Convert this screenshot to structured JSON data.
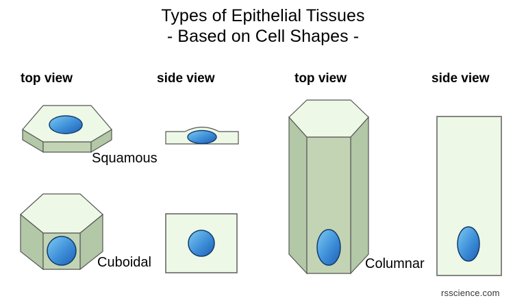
{
  "title": {
    "line1": "Types of Epithelial Tissues",
    "line2": "- Based on Cell Shapes -"
  },
  "headers": [
    {
      "label": "top view"
    },
    {
      "label": "side view"
    },
    {
      "label": "top view"
    },
    {
      "label": "side view"
    }
  ],
  "cells": [
    {
      "name": "Squamous"
    },
    {
      "name": "Cuboidal"
    },
    {
      "name": "Columnar"
    }
  ],
  "watermark": "rsscience.com",
  "colors": {
    "cell_top_face": "#eef8e6",
    "cell_side_face": "#b7ccab",
    "cell_front_face": "#c2d4b4",
    "cell_outline": "#555555",
    "cell_outline_dark": "#3c3c3c",
    "nucleus_light": "#6ec3f0",
    "nucleus_dark": "#1f5fb4",
    "nucleus_outline": "#103a6b",
    "background": "#ffffff",
    "text": "#000000",
    "watermark_text": "#333333"
  }
}
